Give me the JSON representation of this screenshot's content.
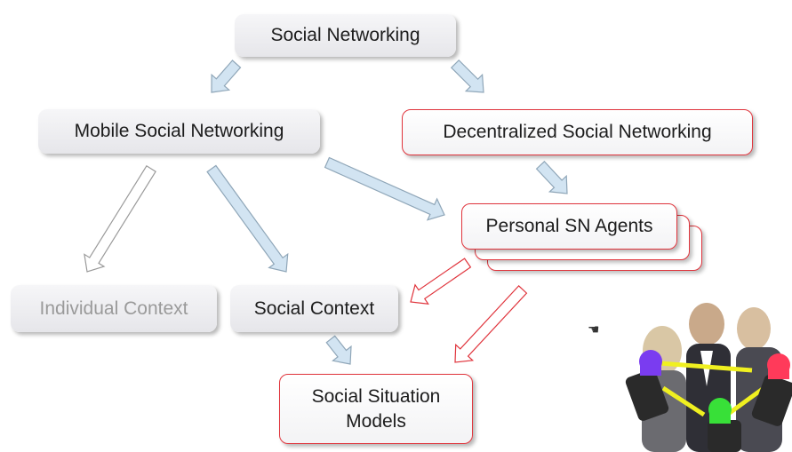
{
  "diagram": {
    "title_node": "Social Networking",
    "mobile_node": "Mobile Social Networking",
    "decentralized_node": "Decentralized Social Networking",
    "agents_node": "Personal SN Agents",
    "individual_node": "Individual Context",
    "social_context_node": "Social Context",
    "situation_node": "Social Situation\nModels"
  },
  "colors": {
    "highlight_border": "#e0343c",
    "arrow_fill": "#d2e4f2",
    "arrow_stroke": "#8fa6b8",
    "red_arrow_stroke": "#e0343c",
    "connector": "#f0f020"
  },
  "icons": {
    "cursor": "hand-cursor-icon",
    "phones": "android-phone-icon"
  }
}
